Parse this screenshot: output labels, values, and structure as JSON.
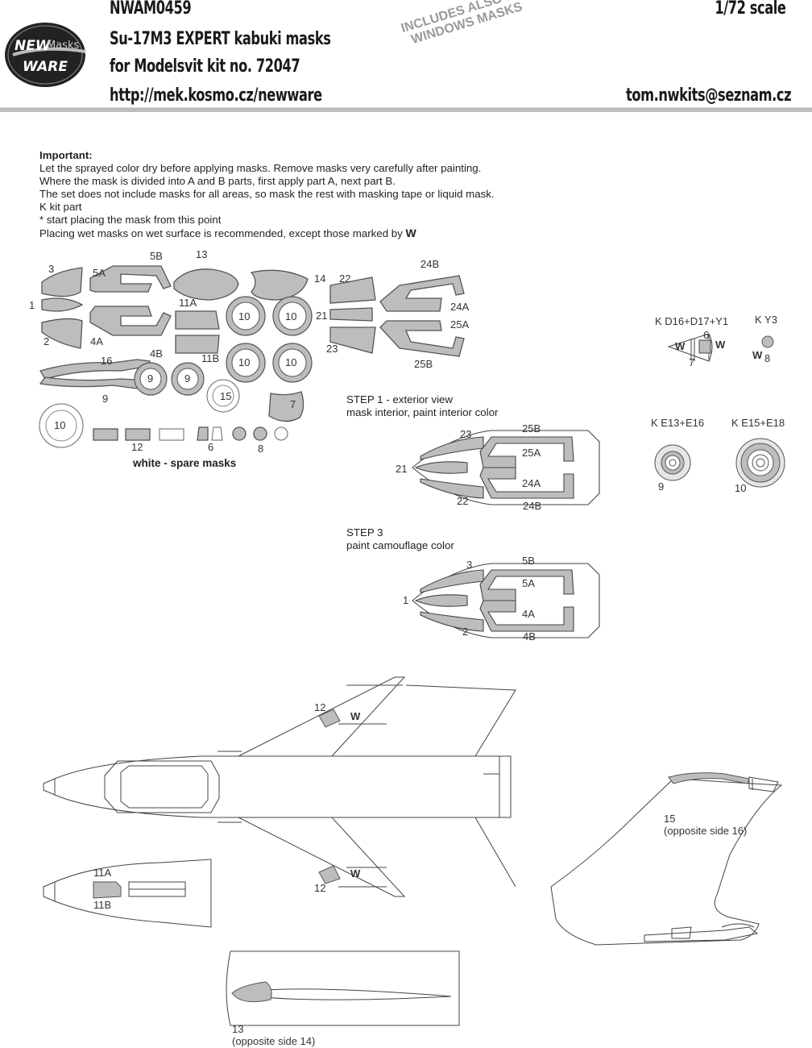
{
  "header": {
    "code": "NWAM0459",
    "title": "Su-17M3 EXPERT  kabuki masks",
    "kit": "for Modelsvit kit no. 72047",
    "url": "http://mek.kosmo.cz/newware",
    "scale": "1/72 scale",
    "email": "tom.nwkits@seznam.cz",
    "stamp_line1": "INCLUDES ALSO INNER SIDES",
    "stamp_line2": "WINDOWS MASKS"
  },
  "logo": {
    "word1": "NEW",
    "word2": "Masks",
    "word3": "WARE"
  },
  "notes": {
    "title": "Important:",
    "lines": [
      "Let the sprayed color dry before applying masks. Remove masks very carefully after painting.",
      "Where the mask is divided into A and B parts, first apply part A, next part B.",
      "The set does not include masks for all areas, so mask the rest with masking tape or liquid mask.",
      "K kit part",
      "*  start placing the mask from this point",
      "Placing wet masks on wet surface is recommended, except those marked by"
    ],
    "wet_symbol": "W"
  },
  "sheet": {
    "labels": [
      "3",
      "5A",
      "5B",
      "13",
      "14",
      "22",
      "24B",
      "1",
      "11A",
      "10",
      "10",
      "21",
      "24A",
      "25A",
      "2",
      "4A",
      "4B",
      "11B",
      "10",
      "10",
      "23",
      "25B",
      "16",
      "9",
      "9",
      "9",
      "15",
      "7",
      "10",
      "12",
      "6",
      "8"
    ],
    "spare": "white - spare masks"
  },
  "kit_parts": {
    "d16": "K D16+D17+Y1",
    "y3": "K Y3",
    "e13": "K E13+E16",
    "e15": "K E15+E18",
    "n6": "6",
    "n7": "7",
    "n8": "8",
    "n9": "9",
    "n10": "10"
  },
  "step1": {
    "line1": "STEP 1 - exterior view",
    "line2": "mask interior, paint interior color",
    "labels": [
      "23",
      "25B",
      "25A",
      "21",
      "24A",
      "22",
      "24B"
    ]
  },
  "step3": {
    "line1": "STEP 3",
    "line2": "paint camouflage color",
    "labels": [
      "3",
      "5B",
      "5A",
      "1",
      "4A",
      "2",
      "4B"
    ]
  },
  "views": {
    "top_12a": "12",
    "top_12b": "12",
    "front_11a": "11A",
    "front_11b": "11B",
    "side_15": "15",
    "side_15b": "(opposite side 16)",
    "bottom_13": "13",
    "bottom_13b": "(opposite side 14)"
  },
  "colors": {
    "mask_fill": "#bdbdbd",
    "outline": "#444444",
    "rule": "#bdbdbd"
  }
}
